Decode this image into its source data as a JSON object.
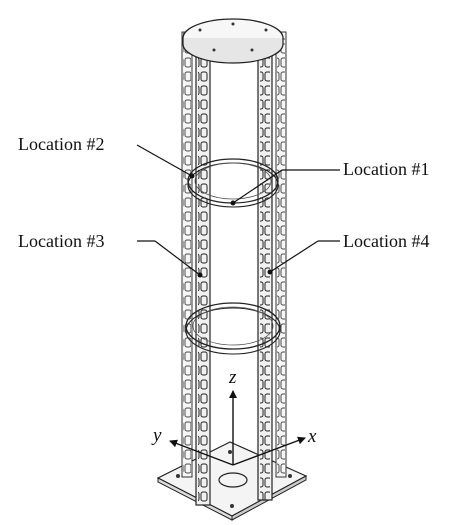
{
  "labels": {
    "location_1": "Location #1",
    "location_2": "Location #2",
    "location_3": "Location #3",
    "location_4": "Location #4"
  },
  "axes": {
    "x": "x",
    "y": "y",
    "z": "z"
  }
}
